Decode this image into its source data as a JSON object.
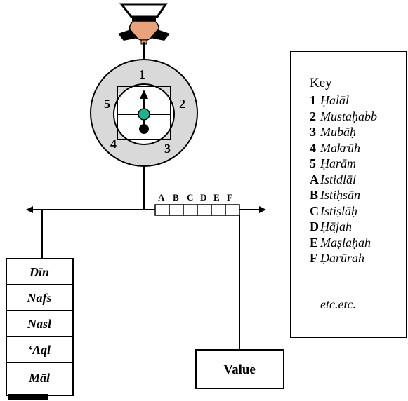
{
  "wheel": {
    "numbers": [
      "1",
      "2",
      "3",
      "4",
      "5"
    ]
  },
  "slots": [
    "A",
    "B",
    "C",
    "D",
    "E",
    "F"
  ],
  "stack": [
    "Dīn",
    "Nafs",
    "Nasl",
    "‘Aql",
    "Māl"
  ],
  "value_box": {
    "label": "Value"
  },
  "key": {
    "title": "Key",
    "items": [
      {
        "code": "1",
        "label": "Ḥalāl"
      },
      {
        "code": "2",
        "label": "Mustaḥabb"
      },
      {
        "code": "3",
        "label": "Mubāḥ"
      },
      {
        "code": "4",
        "label": "Makrūh"
      },
      {
        "code": "5",
        "label": "Ḥarām"
      },
      {
        "code": "A",
        "label": "Istidlāl"
      },
      {
        "code": "B",
        "label": "Istiḥsān"
      },
      {
        "code": "C",
        "label": "Istiṣlāḥ"
      },
      {
        "code": "D",
        "label": "Ḥājah"
      },
      {
        "code": "E",
        "label": "Maṣlaḥah"
      },
      {
        "code": "F",
        "label": "Ḍarūrah"
      }
    ],
    "footer": "etc.etc."
  },
  "colors": {
    "ring": "#d9d9d9",
    "center_dot": "#1fb28f",
    "figure_skin": "#e8a27e"
  }
}
